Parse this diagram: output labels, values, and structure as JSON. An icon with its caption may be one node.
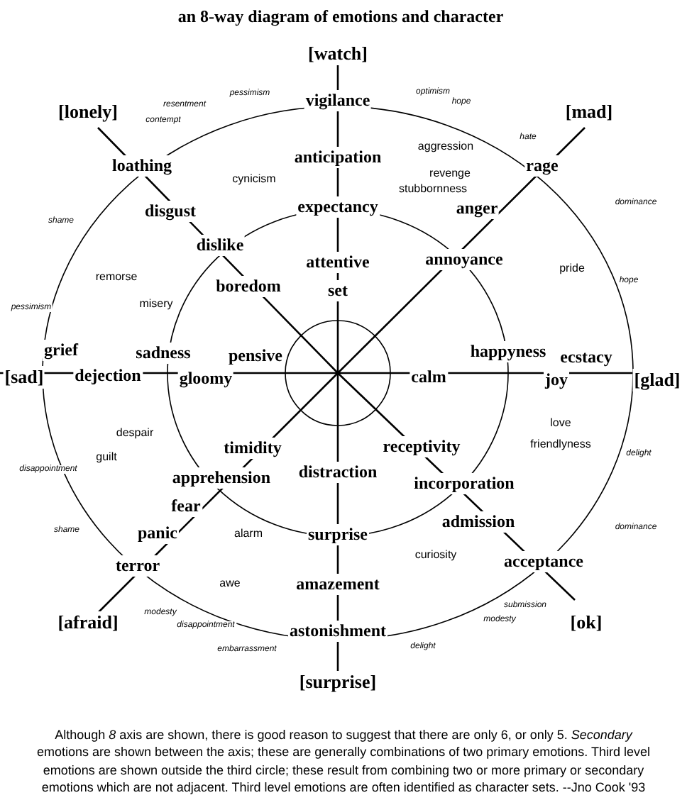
{
  "diagram": {
    "title": "an 8-way diagram of emotions and character",
    "caption": "Although *8* axis are shown, there is good reason to suggest that there are only 6, or only 5.  *Secondary* emotions are shown between the axis; these are generally combinations of two primary emotions.  Third level emotions are shown outside the third circle; these result from combining two or more primary or secondary emotions which are not adjacent.  Third level emotions are often identified as character sets.  --Jno Cook '93",
    "labels": [
      "[watch]",
      "pessimism",
      "optimism",
      "resentment",
      "vigilance",
      "hope",
      "[lonely]",
      "[mad]",
      "contempt",
      "hate",
      "aggression",
      "loathing",
      "cynicism",
      "anticipation",
      "revenge",
      "rage",
      "stubbornness",
      "shame",
      "disgust",
      "expectancy",
      "anger",
      "dominance",
      "dislike",
      "attentive",
      "annoyance",
      "pride",
      "remorse",
      "boredom",
      "set",
      "hope",
      "pessimism",
      "misery",
      "grief",
      "sadness",
      "pensive",
      "happyness",
      "ecstacy",
      "[sad]",
      "dejection",
      "gloomy",
      "calm",
      "joy",
      "[glad]",
      "despair",
      "love",
      "guilt",
      "timidity",
      "receptivity",
      "friendlyness",
      "delight",
      "disappointment",
      "apprehension",
      "distraction",
      "incorporation",
      "fear",
      "shame",
      "panic",
      "alarm",
      "surprise",
      "admission",
      "dominance",
      "terror",
      "curiosity",
      "acceptance",
      "awe",
      "amazement",
      "modesty",
      "submission",
      "[afraid]",
      "disappointment",
      "astonishment",
      "modesty",
      "[ok]",
      "embarrassment",
      "delight",
      "[surprise]"
    ]
  }
}
